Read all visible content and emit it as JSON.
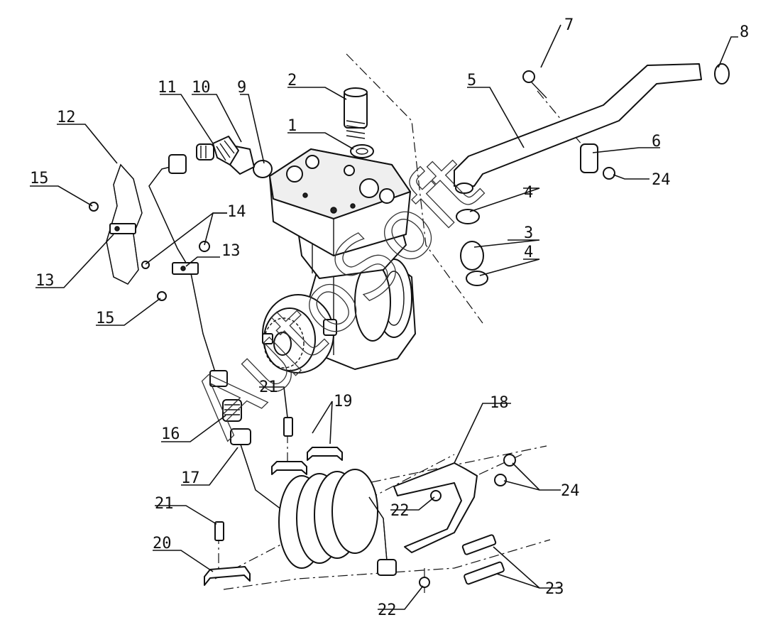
{
  "diagram": {
    "watermark": "AutoSoft",
    "callouts": [
      {
        "id": "c1",
        "label": "1"
      },
      {
        "id": "c2",
        "label": "2"
      },
      {
        "id": "c3",
        "label": "3"
      },
      {
        "id": "c4a",
        "label": "4"
      },
      {
        "id": "c4b",
        "label": "4"
      },
      {
        "id": "c5",
        "label": "5"
      },
      {
        "id": "c6",
        "label": "6"
      },
      {
        "id": "c7",
        "label": "7"
      },
      {
        "id": "c8",
        "label": "8"
      },
      {
        "id": "c9",
        "label": "9"
      },
      {
        "id": "c10",
        "label": "10"
      },
      {
        "id": "c11",
        "label": "11"
      },
      {
        "id": "c12",
        "label": "12"
      },
      {
        "id": "c13a",
        "label": "13"
      },
      {
        "id": "c13b",
        "label": "13"
      },
      {
        "id": "c14",
        "label": "14"
      },
      {
        "id": "c15a",
        "label": "15"
      },
      {
        "id": "c15b",
        "label": "15"
      },
      {
        "id": "c16",
        "label": "16"
      },
      {
        "id": "c17",
        "label": "17"
      },
      {
        "id": "c18",
        "label": "18"
      },
      {
        "id": "c19",
        "label": "19"
      },
      {
        "id": "c20",
        "label": "20"
      },
      {
        "id": "c21a",
        "label": "21"
      },
      {
        "id": "c21b",
        "label": "21"
      },
      {
        "id": "c22a",
        "label": "22"
      },
      {
        "id": "c22b",
        "label": "22"
      },
      {
        "id": "c23",
        "label": "23"
      },
      {
        "id": "c24a",
        "label": "24"
      },
      {
        "id": "c24b",
        "label": "24"
      }
    ]
  }
}
